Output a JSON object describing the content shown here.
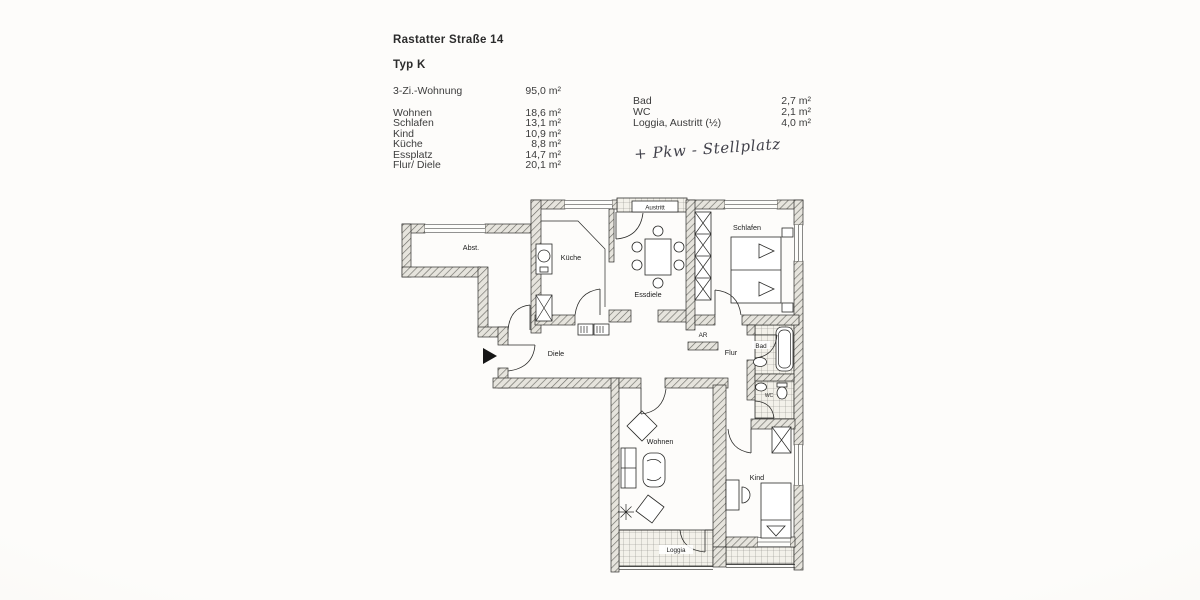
{
  "header": {
    "street": "Rastatter Straße 14",
    "type": "Typ K"
  },
  "summary": {
    "label": "3-Zi.-Wohnung",
    "value": "95,0 m²"
  },
  "rooms_left": [
    {
      "label": "Wohnen",
      "value": "18,6 m²"
    },
    {
      "label": "Schlafen",
      "value": "13,1 m²"
    },
    {
      "label": "Kind",
      "value": "10,9 m²"
    },
    {
      "label": "Küche",
      "value": "8,8 m²"
    },
    {
      "label": "Essplatz",
      "value": "14,7 m²"
    },
    {
      "label": "Flur/ Diele",
      "value": "20,1 m²"
    }
  ],
  "rooms_right": [
    {
      "label": "Bad",
      "value": "2,7 m²"
    },
    {
      "label": "WC",
      "value": "2,1 m²"
    },
    {
      "label": "Loggia, Austritt (½)",
      "value": "4,0 m²"
    }
  ],
  "handwriting": {
    "note": "+ Pkw - Stellplatz"
  },
  "plan": {
    "labels": {
      "abst": "Abst.",
      "kueche": "Küche",
      "austritt": "Austritt",
      "essdiele": "Essdiele",
      "schlafen": "Schlafen",
      "ar": "AR",
      "flur": "Flur",
      "bad": "Bad",
      "wc": "WC",
      "diele": "Diele",
      "wohnen": "Wohnen",
      "kind": "Kind",
      "loggia": "Loggia"
    }
  },
  "colors": {
    "paper": "#fdfcfa",
    "ink": "#2a2a28",
    "wall_fill": "#e6e4dd",
    "tile_fill": "#f3f1ea"
  }
}
